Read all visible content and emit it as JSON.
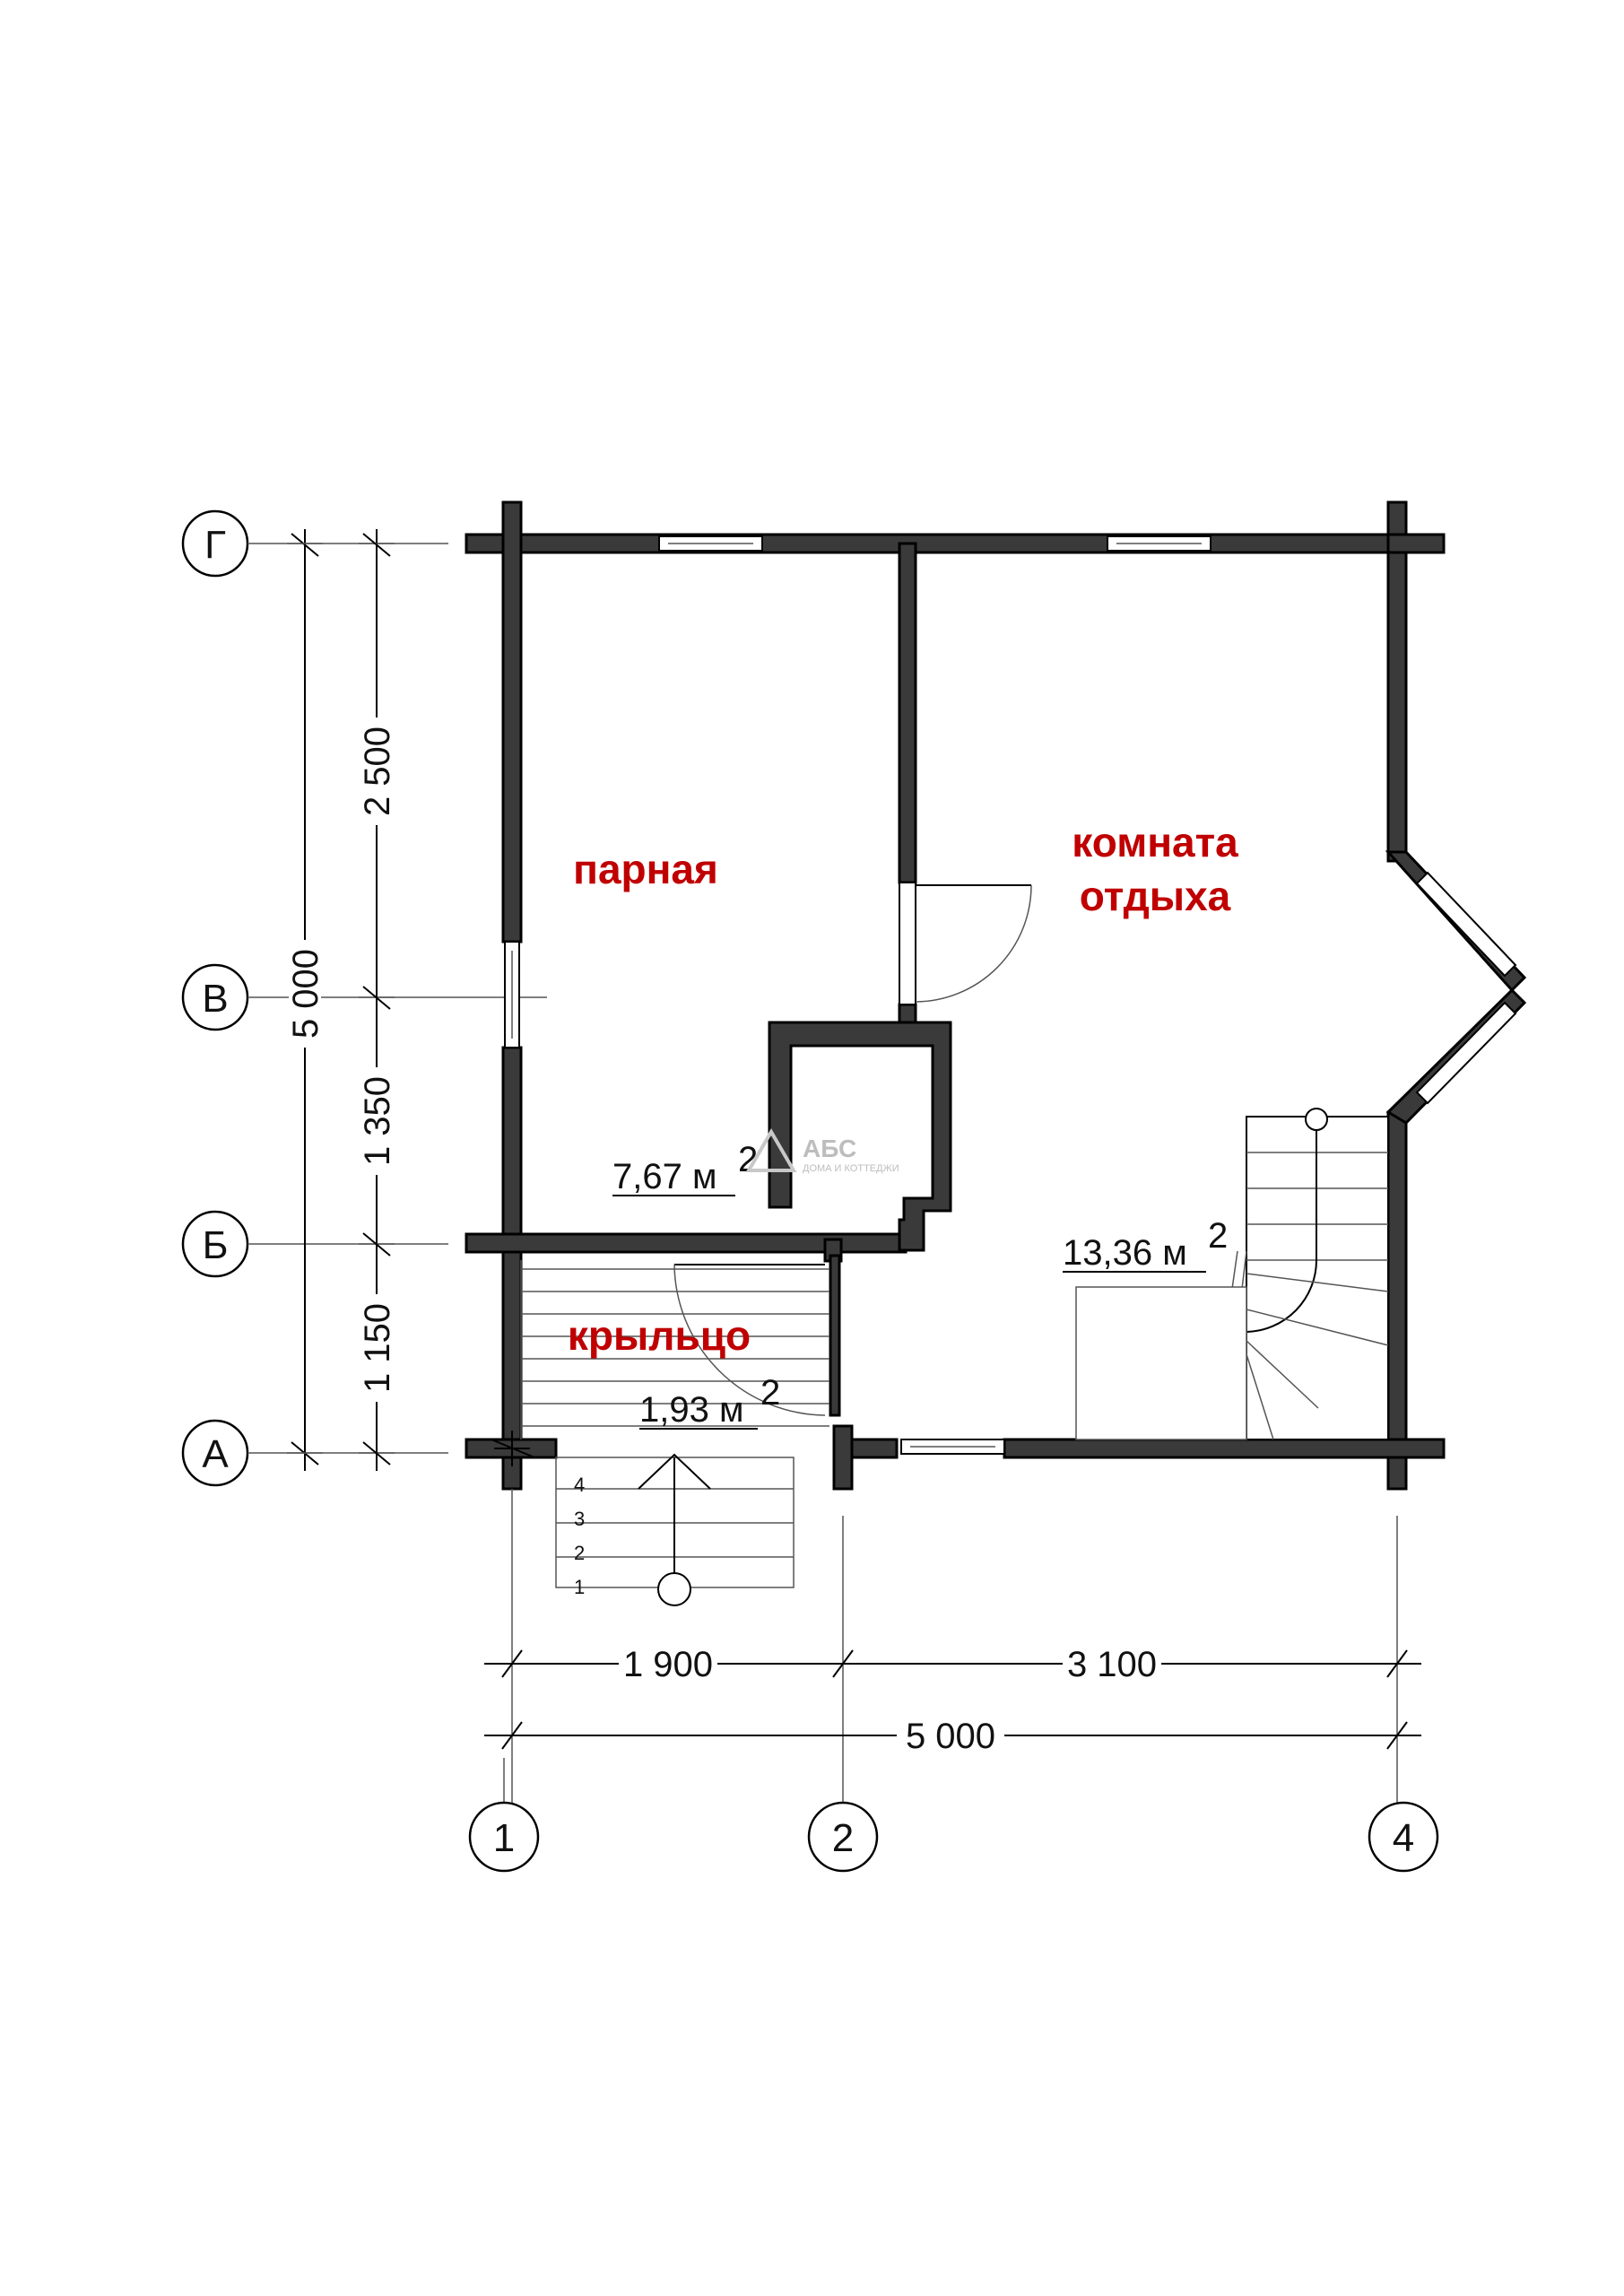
{
  "axes": {
    "rows": [
      "Г",
      "В",
      "Б",
      "А"
    ],
    "columns": [
      "1",
      "2",
      "4"
    ]
  },
  "dimensions": {
    "left": {
      "total": "5 000",
      "segments": [
        "2 500",
        "1 350",
        "1 150"
      ]
    },
    "bottom": {
      "segments": [
        "1 900",
        "3 100"
      ],
      "total": "5 000"
    }
  },
  "rooms": [
    {
      "name": "парная",
      "area": "7,67 м",
      "sup": "2"
    },
    {
      "name_lines": [
        "комната",
        "отдыха"
      ],
      "area": "13,36 м",
      "sup": "2"
    },
    {
      "name": "крыльцо",
      "area": "1,93 м",
      "sup": "2"
    }
  ],
  "steps": [
    "4",
    "3",
    "2",
    "1"
  ],
  "logo": {
    "brand": "АБС",
    "tagline": "ДОМА И КОТТЕДЖИ"
  },
  "colors": {
    "wall": "#3a3a3a",
    "room_label": "#c00000"
  }
}
